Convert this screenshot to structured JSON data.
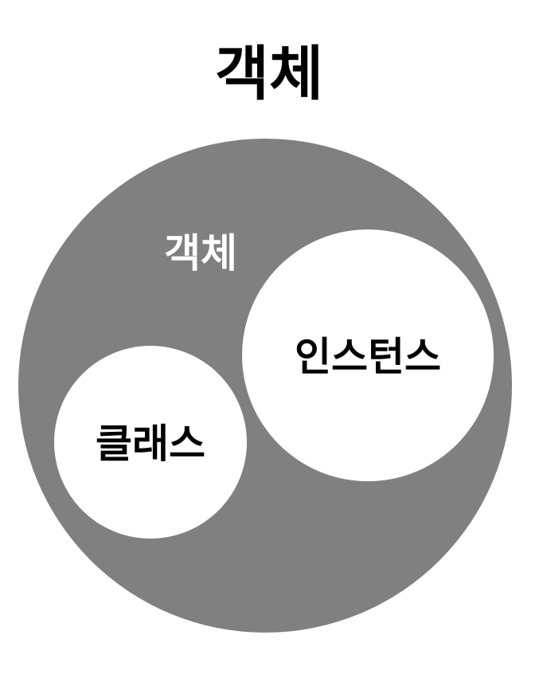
{
  "title": "객체",
  "outer_set": {
    "label": "객체",
    "fill": "#808080",
    "label_color": "#ffffff"
  },
  "inner_sets": [
    {
      "label": "클래스",
      "fill": "#ffffff",
      "label_color": "#000000"
    },
    {
      "label": "인스턴스",
      "fill": "#ffffff",
      "label_color": "#000000"
    }
  ],
  "colors": {
    "background": "#ffffff",
    "text": "#000000"
  }
}
